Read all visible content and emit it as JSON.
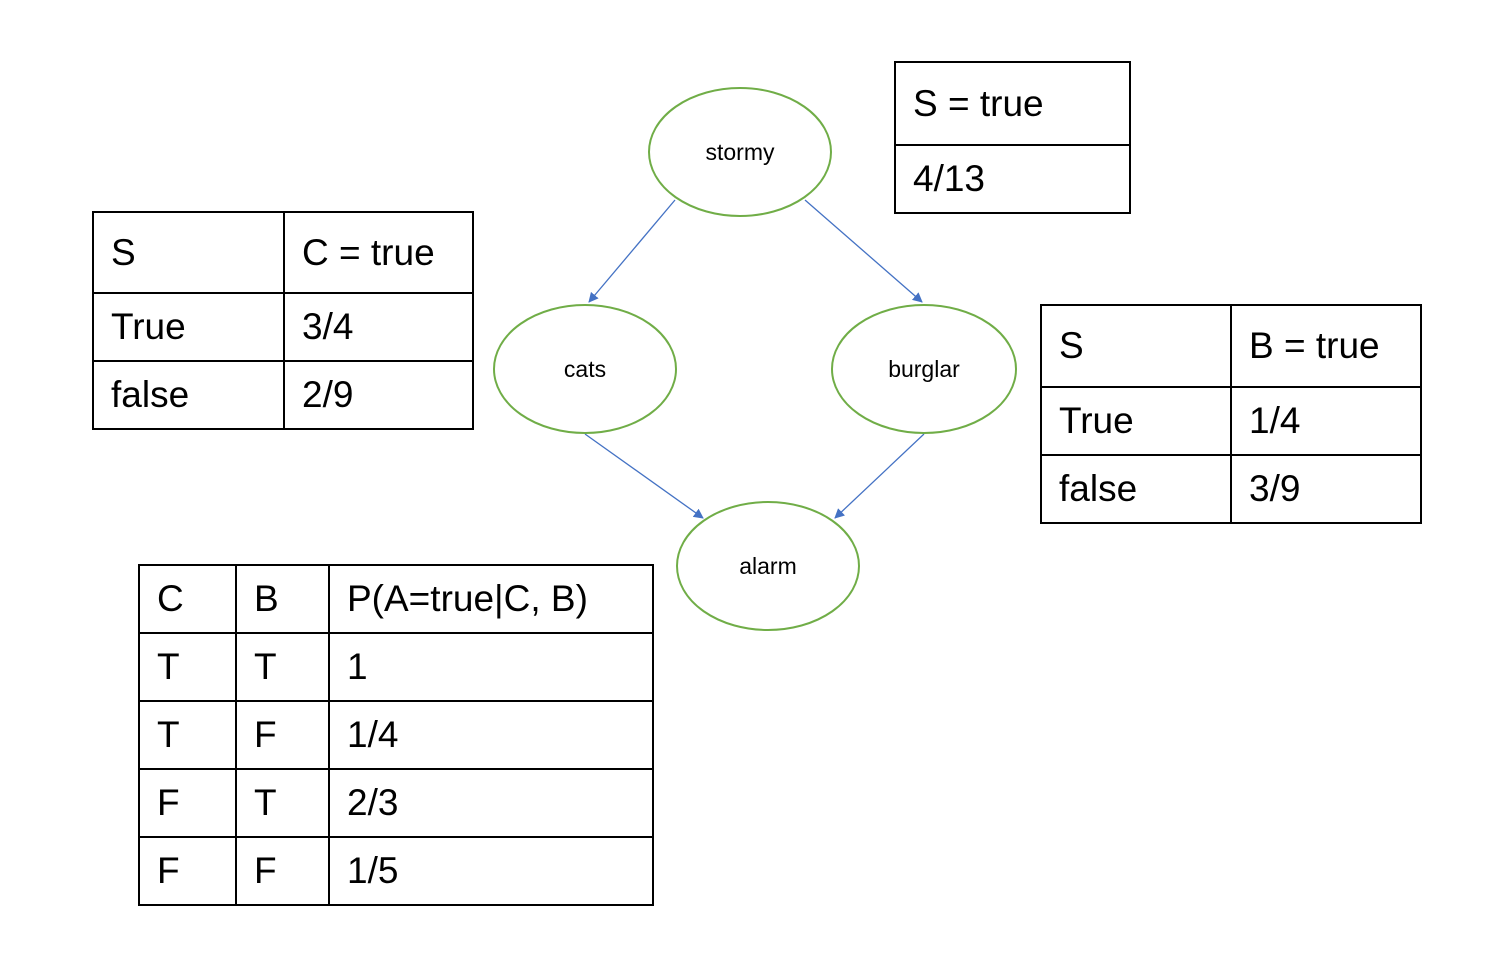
{
  "graph": {
    "nodes": [
      {
        "id": "stormy",
        "label": "stormy"
      },
      {
        "id": "cats",
        "label": "cats"
      },
      {
        "id": "burglar",
        "label": "burglar"
      },
      {
        "id": "alarm",
        "label": "alarm"
      }
    ],
    "edges": [
      {
        "from": "stormy",
        "to": "cats"
      },
      {
        "from": "stormy",
        "to": "burglar"
      },
      {
        "from": "cats",
        "to": "alarm"
      },
      {
        "from": "burglar",
        "to": "alarm"
      }
    ],
    "node_stroke_color": "#70AD47",
    "edge_color": "#4472C4"
  },
  "tables": {
    "stormy": {
      "header": "S = true",
      "value": "4/13"
    },
    "cats": {
      "headers": [
        "S",
        "C = true"
      ],
      "rows": [
        [
          "True",
          "3/4"
        ],
        [
          "false",
          "2/9"
        ]
      ]
    },
    "burglar": {
      "headers": [
        "S",
        "B = true"
      ],
      "rows": [
        [
          "True",
          "1/4"
        ],
        [
          "false",
          "3/9"
        ]
      ]
    },
    "alarm": {
      "headers": [
        "C",
        "B",
        "P(A=true|C, B)"
      ],
      "rows": [
        [
          "T",
          "T",
          "1"
        ],
        [
          "T",
          "F",
          "1/4"
        ],
        [
          "F",
          "T",
          "2/3"
        ],
        [
          "F",
          "F",
          "1/5"
        ]
      ]
    }
  }
}
